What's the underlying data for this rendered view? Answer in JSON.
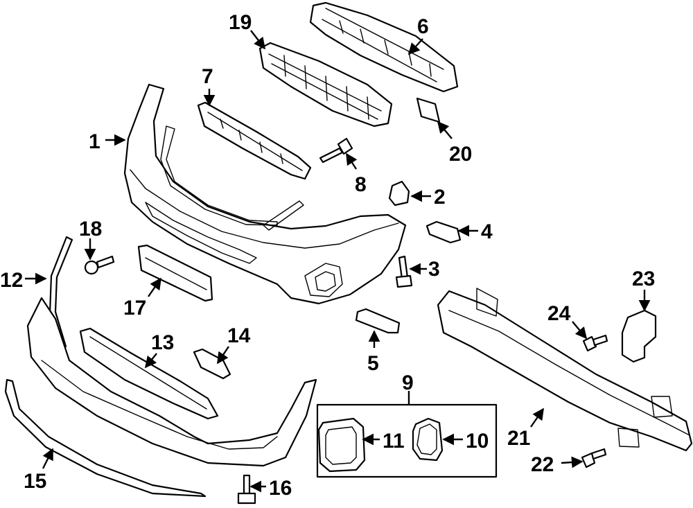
{
  "colors": {
    "line": "#000000",
    "background": "#ffffff"
  },
  "callouts": {
    "c1": "1",
    "c2": "2",
    "c3": "3",
    "c4": "4",
    "c5": "5",
    "c6": "6",
    "c7": "7",
    "c8": "8",
    "c9": "9",
    "c10": "10",
    "c11": "11",
    "c12": "12",
    "c13": "13",
    "c14": "14",
    "c15": "15",
    "c16": "16",
    "c17": "17",
    "c18": "18",
    "c19": "19",
    "c20": "20",
    "c21": "21",
    "c22": "22",
    "c23": "23",
    "c24": "24"
  }
}
